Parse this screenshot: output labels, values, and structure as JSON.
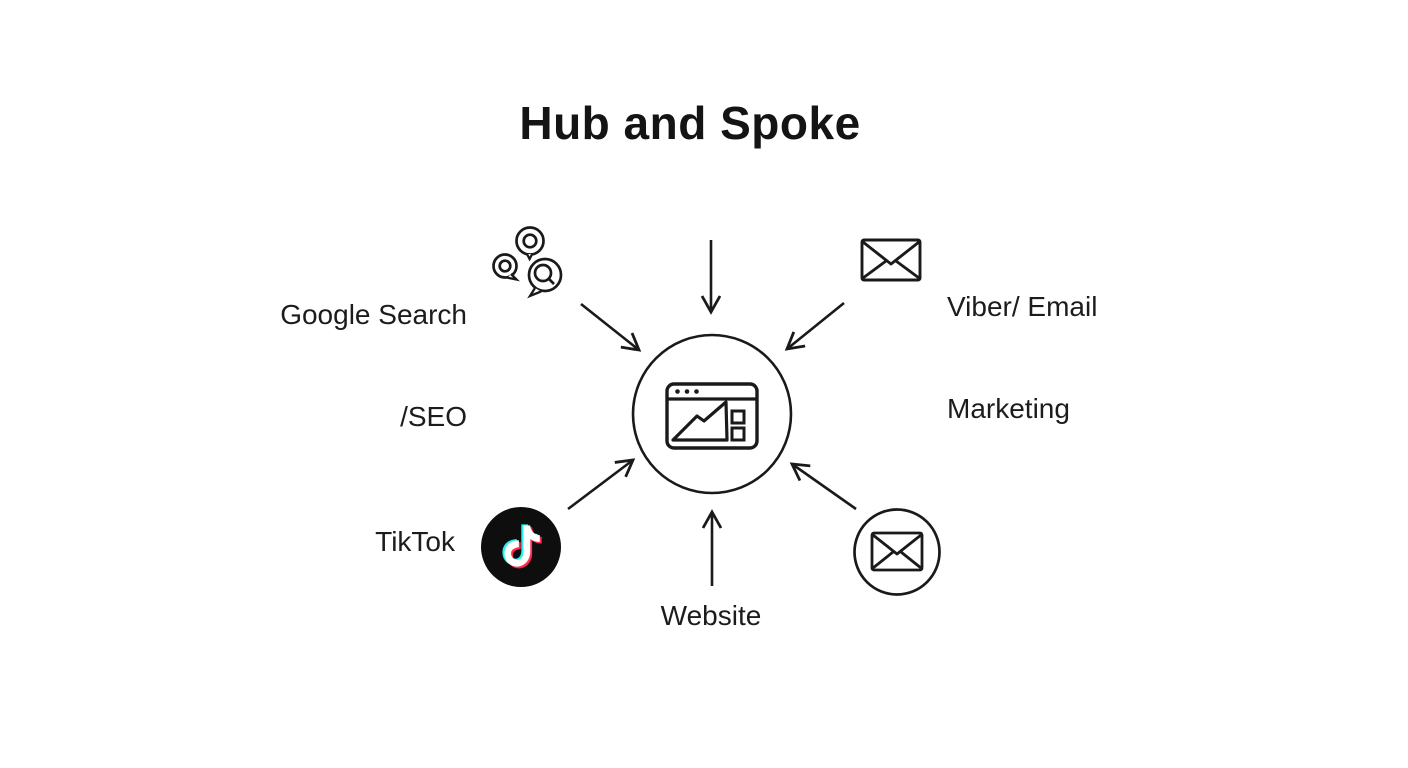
{
  "title": "Hub and Spoke",
  "colors": {
    "ink": "#1a1a1a",
    "background": "#ffffff",
    "tiktok_black": "#0e0e0e",
    "tiktok_cyan": "#25f4ee",
    "tiktok_red": "#fe2c55"
  },
  "hub": {
    "icon": "browser-analytics-icon"
  },
  "spokes": {
    "google": {
      "line1": "Google Search",
      "line2": "/SEO",
      "icon": "search-chat-bubbles-icon"
    },
    "viber_email": {
      "line1": "Viber/ Email",
      "line2": "Marketing",
      "icon": "envelope-icon"
    },
    "tiktok": {
      "label": "TikTok",
      "icon": "tiktok-logo-icon"
    },
    "website": {
      "label": "Website"
    },
    "email_circle": {
      "icon": "envelope-in-circle-icon"
    }
  }
}
